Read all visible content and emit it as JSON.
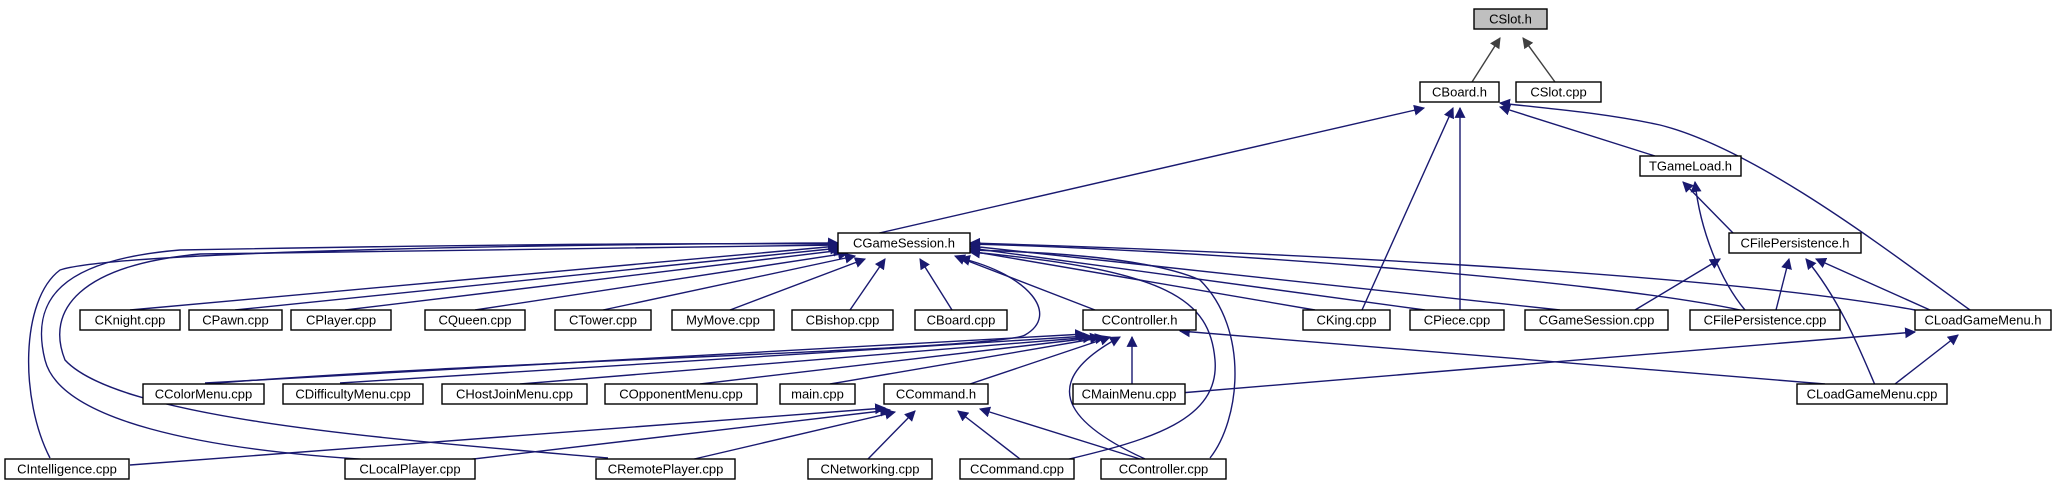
{
  "nodes": {
    "cslot_h": "CSlot.h",
    "cboard_h": "CBoard.h",
    "cslot_cpp": "CSlot.cpp",
    "tgameload_h": "TGameLoad.h",
    "cgamesession_h": "CGameSession.h",
    "cfilepersistence_h": "CFilePersistence.h",
    "cknight_cpp": "CKnight.cpp",
    "cpawn_cpp": "CPawn.cpp",
    "cplayer_cpp": "CPlayer.cpp",
    "cqueen_cpp": "CQueen.cpp",
    "ctower_cpp": "CTower.cpp",
    "mymove_cpp": "MyMove.cpp",
    "cbishop_cpp": "CBishop.cpp",
    "cboard_cpp": "CBoard.cpp",
    "ccontroller_h": "CController.h",
    "cking_cpp": "CKing.cpp",
    "cpiece_cpp": "CPiece.cpp",
    "cgamesession_cpp": "CGameSession.cpp",
    "cfilepersistence_cpp": "CFilePersistence.cpp",
    "cloadgamemenu_h": "CLoadGameMenu.h",
    "ccolormenu_cpp": "CColorMenu.cpp",
    "cdifficultymenu_cpp": "CDifficultyMenu.cpp",
    "chostjoinmenu_cpp": "CHostJoinMenu.cpp",
    "copponentmenu_cpp": "COpponentMenu.cpp",
    "main_cpp": "main.cpp",
    "ccommand_h": "CCommand.h",
    "cmainmenu_cpp": "CMainMenu.cpp",
    "cloadgamemenu_cpp": "CLoadGameMenu.cpp",
    "cintelligence_cpp": "CIntelligence.cpp",
    "clocalplayer_cpp": "CLocalPlayer.cpp",
    "cremoteplayer_cpp": "CRemotePlayer.cpp",
    "cnetworking_cpp": "CNetworking.cpp",
    "ccommand_cpp": "CCommand.cpp",
    "ccontroller_cpp": "CController.cpp"
  },
  "colors": {
    "edge_primary": "#191970",
    "edge_secondary": "#404040",
    "root_fill": "#bfbfbf",
    "node_fill": "#ffffff",
    "node_stroke": "#000000"
  }
}
